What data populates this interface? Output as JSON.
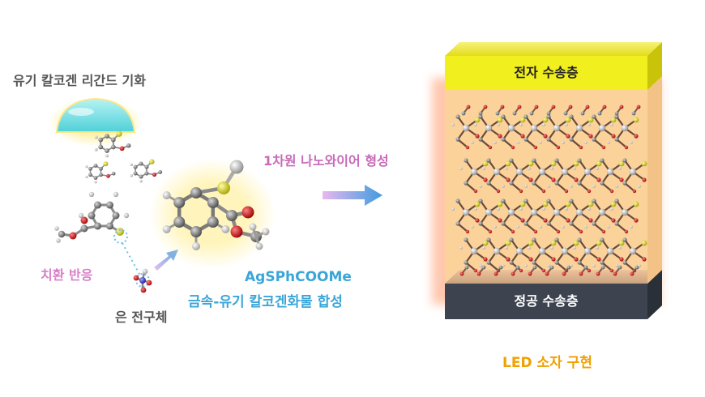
{
  "left": {
    "vapor_title": "유기 칼코겐 리간드 기화",
    "substitution_label": "치환 반응",
    "precursor_label": "은 전구체"
  },
  "center": {
    "compound_formula": "AgSPhCOOMe",
    "synthesis_label": "금속-유기 칼코겐화물 합성",
    "nanowire_label": "1차원 나노와이어 형성"
  },
  "device": {
    "etl_label": "전자 수송층",
    "htl_label": "정공 수송층",
    "led_label": "LED 소자 구현"
  },
  "colors": {
    "etl": "#f2ef1e",
    "htl": "#3d4450",
    "active_layer": "#fbd39a",
    "glow": "#ff8a5c",
    "arrow": "#4aa8e6",
    "sulfur": "#e6e62a",
    "oxygen": "#e01010",
    "carbon": "#7a7a7a",
    "hydrogen": "#f2f2f2",
    "silver": "#bdbdbd"
  }
}
